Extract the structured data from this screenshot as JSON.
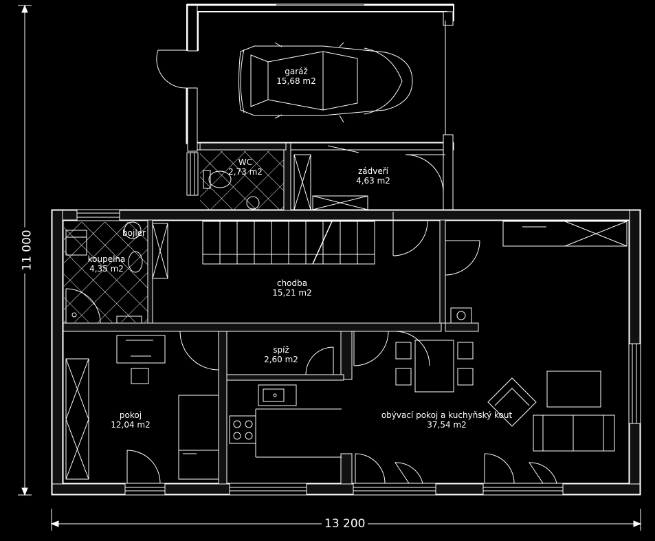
{
  "rooms": {
    "garaz": {
      "name": "garáž",
      "area": "15,68 m2"
    },
    "wc": {
      "name": "WC",
      "area": "2,73 m2"
    },
    "zadveri": {
      "name": "zádveří",
      "area": "4,63 m2"
    },
    "bojler": {
      "name": "bojler"
    },
    "koupelna": {
      "name": "koupelna",
      "area": "4,35 m2"
    },
    "chodba": {
      "name": "chodba",
      "area": "15,21 m2"
    },
    "spiz": {
      "name": "spíž",
      "area": "2,60 m2"
    },
    "pokoj": {
      "name": "pokoj",
      "area": "12,04 m2"
    },
    "obyvaci": {
      "name": "obývací pokoj a kuchyňský kout",
      "area": "37,54 m2"
    }
  },
  "dimensions": {
    "width": "13 200",
    "height": "11 000"
  }
}
